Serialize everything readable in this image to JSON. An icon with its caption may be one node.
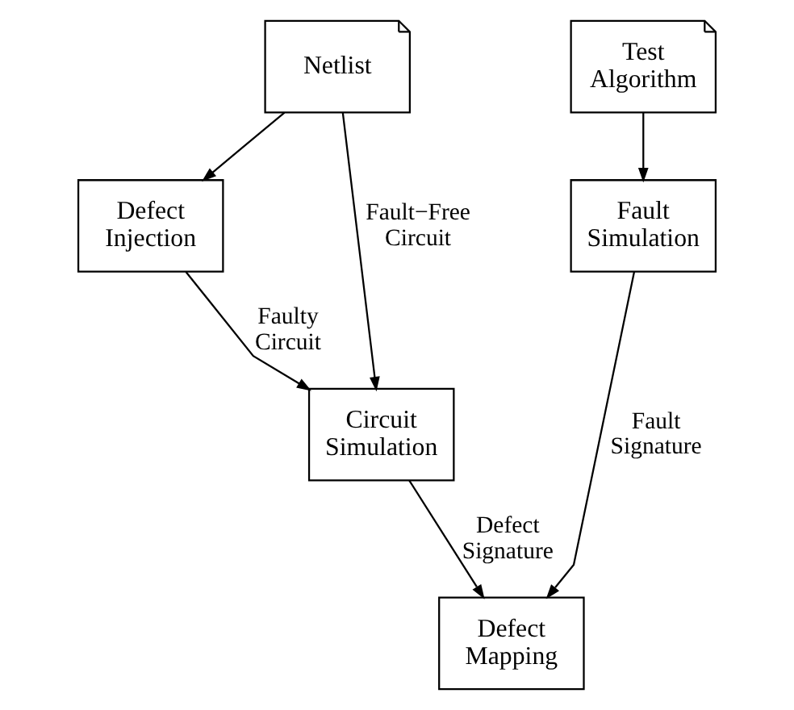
{
  "diagram": {
    "nodes": [
      {
        "text": [
          "Netlist"
        ]
      },
      {
        "text": [
          "Test Algorithm"
        ]
      },
      {
        "text": [
          "Defect Injection"
        ]
      },
      {
        "text": [
          "Fault Simulation"
        ]
      },
      {
        "text": [
          "Circuit Simulation"
        ]
      },
      {
        "text": [
          "Defect Mapping"
        ]
      }
    ],
    "edges": [
      {
        "from": 0,
        "to": 2,
        "arrow": "to"
      },
      {
        "from": 0,
        "to": 4,
        "arrow": "to",
        "label": "Fault−Free Circuit"
      },
      {
        "from": 2,
        "to": 4,
        "arrow": "to",
        "label": "Faulty Circuit"
      },
      {
        "from": 1,
        "to": 3,
        "arrow": "to"
      },
      {
        "from": 4,
        "to": 5,
        "arrow": "to",
        "label": "Defect Signature"
      },
      {
        "from": 3,
        "to": 5,
        "arrow": "to",
        "label": "Fault Signature"
      }
    ]
  }
}
